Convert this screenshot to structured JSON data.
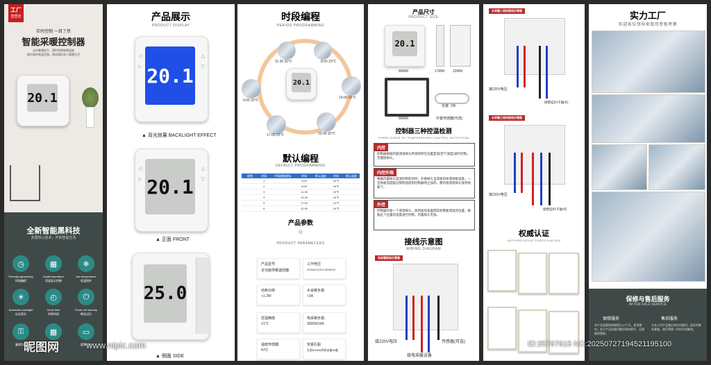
{
  "p1": {
    "badge1": "工厂",
    "badge2": "直营店",
    "slogan": "实时控制 一目了然",
    "title": "智能采暖控制器",
    "desc1": "支持看着标牛、随时控制制随温度",
    "desc2": "随时调控制温范围，稳定精标家人健康生活",
    "lcd": "20.1",
    "black_title": "全新智能黑科技",
    "black_sub": "多重核心技术，开启智能生活",
    "features": [
      {
        "en": "Periodprogramming",
        "zh": "时段编程",
        "icon": "clock"
      },
      {
        "en": "Dualtemperature",
        "zh": "双温显示控制",
        "icon": "bars"
      },
      {
        "en": "low temperature",
        "zh": "低温保护",
        "icon": "snow"
      },
      {
        "en": "Automatic backlight",
        "zh": "自动背光",
        "icon": "bulb"
      },
      {
        "en": "Clock time",
        "zh": "时钟时间",
        "icon": "clock"
      },
      {
        "en": "Power off memory",
        "zh": "断电记忆",
        "icon": "power"
      },
      {
        "en": "",
        "zh": "童锁功能",
        "icon": "lock"
      },
      {
        "en": "",
        "zh": "模式选择",
        "icon": "grid"
      },
      {
        "en": "",
        "zh": "超薄设计",
        "icon": "panel"
      }
    ]
  },
  "p2": {
    "title": "产品展示",
    "sub": "PRODUCT DISPLAY",
    "lcd1": "20.1",
    "lcd2": "20.1",
    "lcd3": "25.0",
    "cap1": "▲ 背光效果 BACKLIGHT EFFECT",
    "cap2": "▲ 正面 FRONT",
    "cap3": "▲ 侧面 SIDE"
  },
  "p3": {
    "title": "时段编程",
    "sub": "PERIOD PROGRAMMING",
    "lcd": "20.1",
    "times": [
      "11:30 20℃",
      "8:00 23℃",
      "6:00 20℃",
      "14:00 20℃",
      "17:00 22℃",
      "22:00 20℃"
    ],
    "title2": "默认编程",
    "sub2": "DEFAULT PROGRAMMING",
    "table_head": [
      "星期",
      "时段",
      "时段编程图标",
      "时间",
      "默认温度",
      "时间",
      "默认温度"
    ],
    "table_rows": [
      [
        "",
        "1",
        "",
        "6:00",
        "",
        "20℃",
        ""
      ],
      [
        "",
        "2",
        "",
        "8:00",
        "",
        "16℃",
        ""
      ],
      [
        "",
        "3",
        "",
        "11:30",
        "",
        "20℃",
        ""
      ],
      [
        "",
        "4",
        "",
        "13:30",
        "",
        "16℃",
        ""
      ],
      [
        "",
        "5",
        "",
        "17:00",
        "",
        "22℃",
        ""
      ],
      [
        "",
        "6",
        "",
        "22:00",
        "",
        "16℃",
        ""
      ]
    ],
    "params_title": "产品参数",
    "params_sub": "PRODUCT PARAMETERS",
    "params": [
      {
        "k": "产品型号:",
        "v": "全功能供暖温控器"
      },
      {
        "k": "工作电压:",
        "v": "220VAC±10% 50/60HZ"
      },
      {
        "k": "自耗功率:",
        "v": "<1.2W"
      },
      {
        "k": "水采暖负载:",
        "v": "<3A"
      },
      {
        "k": "控温精度:",
        "v": "±1°C"
      },
      {
        "k": "电采暖负载:",
        "v": "3000W16A"
      },
      {
        "k": "温度传感器:",
        "v": "NTC"
      },
      {
        "k": "安装孔距:",
        "v": "孔距60MM(明装自备86盒"
      }
    ]
  },
  "p4": {
    "title": "产品尺寸",
    "sub": "PRODUCT SIZE",
    "lcd": "20.1",
    "dim1": "86MM",
    "dim2": "17MM",
    "dim3": "22MM",
    "dim4": "86MM",
    "probe": "外置传感器(可选)",
    "probe_len": "长度: 3米",
    "title2": "控制器三种控温检测",
    "sub2": "THREE KINDS OF TEMPERATURE CONTROL DETECTION",
    "modes": [
      {
        "tag": "内控",
        "text": "控制器根据内部测温探头所测的所在位置室温(空气温度)进行控制。无需接探头。"
      },
      {
        "tag": "内控外限",
        "text": "根据内置探头室温控制的同时，外接探头当测发热体或地板温度，一旦地板温度超过限制温度则控制器停止加热。需外接测温探头放到地板下。"
      },
      {
        "tag": "外控",
        "text": "控制器外接一个测温探头，放到加热表面或其他需要测温的位置，根据这个位置的温度进行控制，内置探头无效。"
      }
    ],
    "wire_title": "接线示意图",
    "wire_sub": "WIRING DIAGRAM",
    "wire_tag": "电采暖接线示意图",
    "v220": "接220V电压",
    "sensor": "传感器(可选)",
    "device": "接电采暖设备"
  },
  "p5": {
    "tag1": "水采暖二线机接线示意图",
    "v220a": "接220V电压",
    "valve_a": "接壁挂炉(干触点)",
    "tag2": "水采暖三线机接线示意图",
    "v220b": "接220V电压",
    "valve_b": "接壁挂炉(干触点)",
    "cert_title": "权威认证",
    "cert_sub": "AUTHORITATIVE CERTIFICATION"
  },
  "p6": {
    "title": "实力工厂",
    "sub": "欢迎各位领导来我司参观考察",
    "service_title": "保修与售后服务",
    "service_sub": "AFTER-SALE SERVICE",
    "svc_left": "保修服务",
    "svc_right": "售后服务",
    "svc_text_l": "本产品质量保修期限为12个月，质保期内，由于产品质量问题导致的损坏，无偿维修更换。",
    "svc_text_r": "凡本公司产品售后有任何疑问，请及时联系客服，我们将第一时间为您解答。"
  },
  "watermark": {
    "logo": "昵图网",
    "url": "www.nipic.com",
    "id": "ID:35767615 NO:20250727194521195100"
  }
}
